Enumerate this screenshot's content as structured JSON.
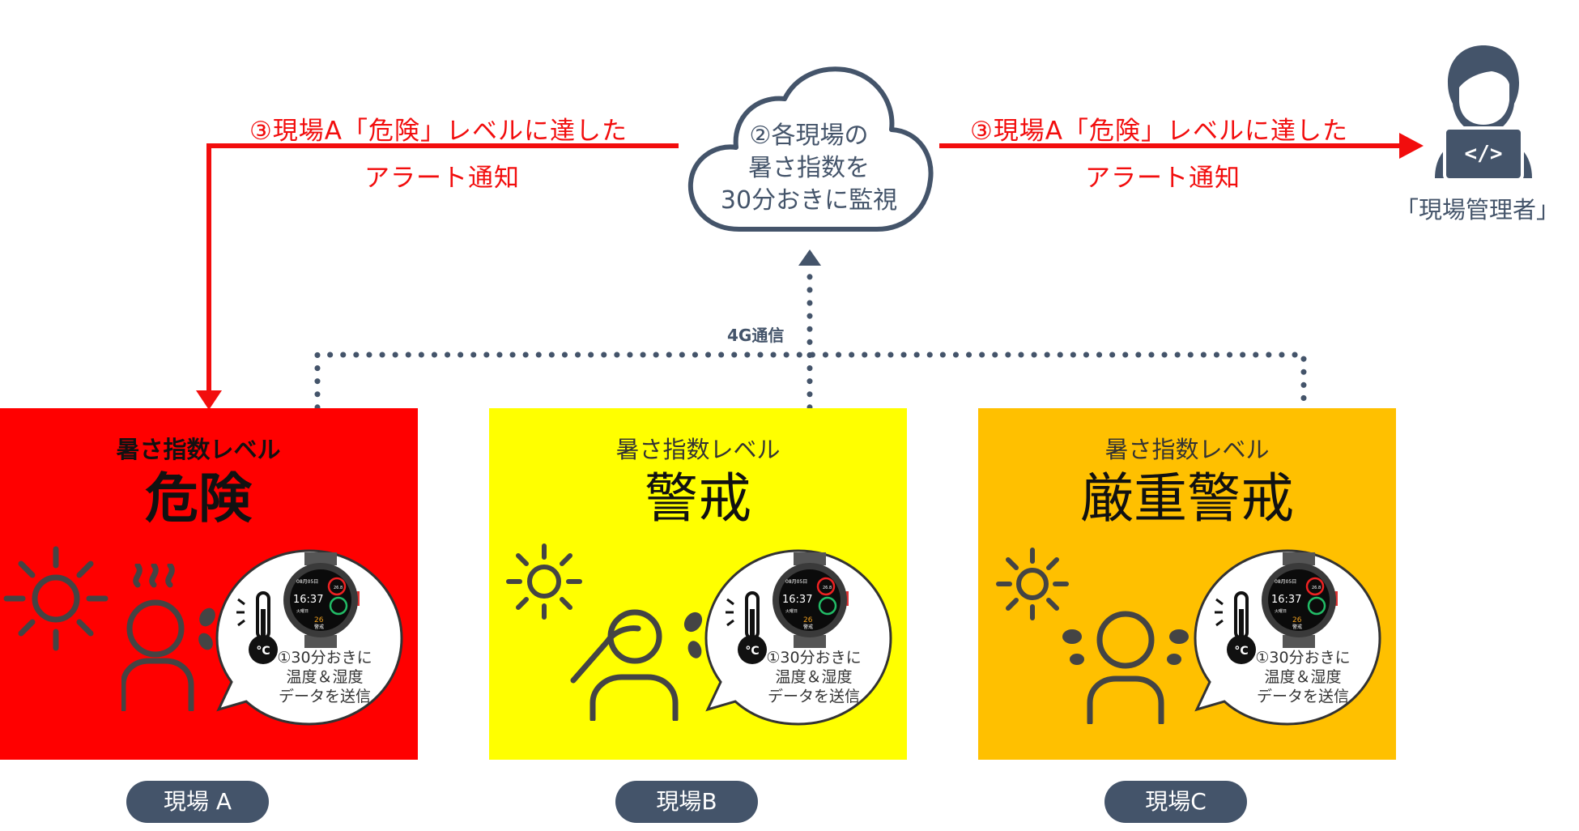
{
  "colors": {
    "alert_red": "#f20d0d",
    "slate": "#44546a",
    "danger": "#ff0000",
    "warning": "#ffff00",
    "severe_warning": "#ffc000"
  },
  "alert_left": {
    "line1": "③現場A「危険」レベルに達した",
    "line2": "アラート通知"
  },
  "alert_right": {
    "line1": "③現場A「危険」レベルに達した",
    "line2": "アラート通知"
  },
  "cloud": {
    "line1": "②各現場の",
    "line2": "暑さ指数を",
    "line3": "30分おきに監視",
    "icon": "cloud-icon"
  },
  "manager": {
    "label": "「現場管理者」",
    "icon": "developer-person-icon"
  },
  "network": {
    "label": "4G通信"
  },
  "sites": [
    {
      "id": "a",
      "level_caption": "暑さ指数レベル",
      "level": "危険",
      "bubble": [
        "①30分おきに",
        "温度＆湿度",
        "データを送信"
      ],
      "watch": {
        "date": "08月05日",
        "time": "16:37",
        "day": "火曜日",
        "value": "26",
        "status": "警戒",
        "reading": "26.8"
      },
      "name": "現場 A"
    },
    {
      "id": "b",
      "level_caption": "暑さ指数レベル",
      "level": "警戒",
      "bubble": [
        "①30分おきに",
        "温度＆湿度",
        "データを送信"
      ],
      "watch": {
        "date": "08月05日",
        "time": "16:37",
        "day": "火曜日",
        "value": "26",
        "status": "警戒",
        "reading": "26.8"
      },
      "name": "現場B"
    },
    {
      "id": "c",
      "level_caption": "暑さ指数レベル",
      "level": "厳重警戒",
      "bubble": [
        "①30分おきに",
        "温度＆湿度",
        "データを送信"
      ],
      "watch": {
        "date": "08月05日",
        "time": "16:37",
        "day": "火曜日",
        "value": "26",
        "status": "警戒",
        "reading": "26.8"
      },
      "name": "現場C"
    }
  ]
}
